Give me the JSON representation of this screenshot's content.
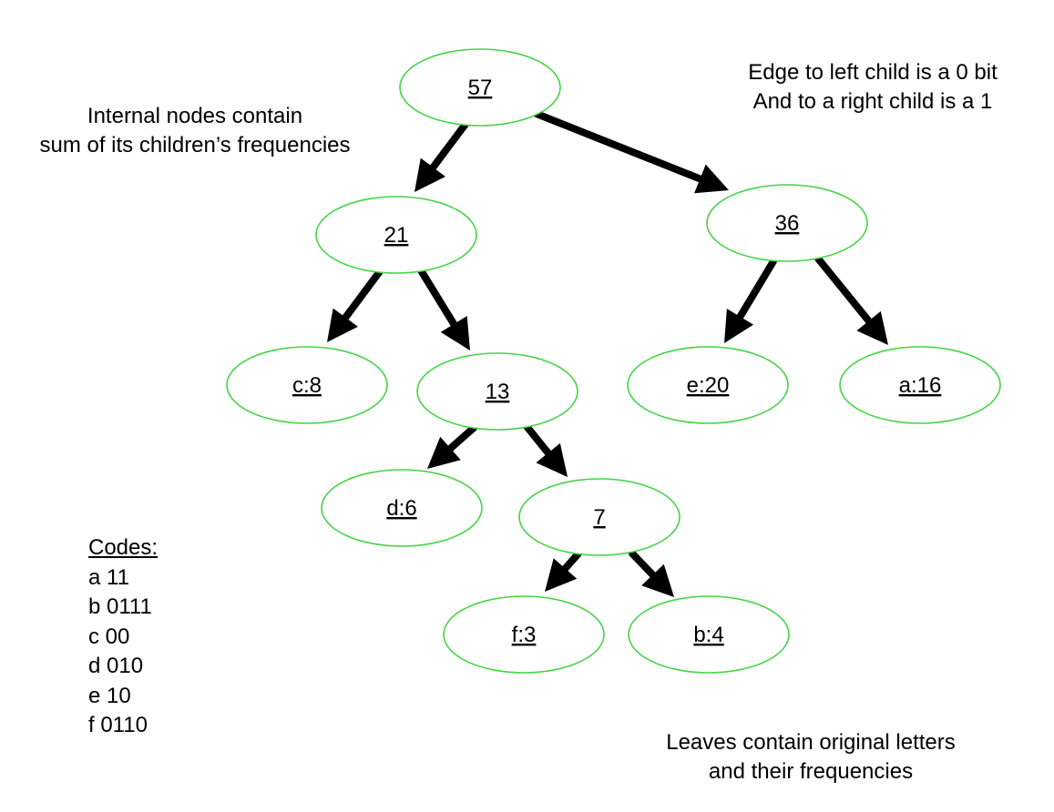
{
  "notes": {
    "internal_nodes": [
      "Internal nodes contain",
      "sum of its children’s frequencies"
    ],
    "edges": [
      "Edge to left child is a 0 bit",
      "And to a right child is a 1"
    ],
    "leaves": [
      "Leaves contain original letters",
      "and their frequencies"
    ]
  },
  "codes": {
    "title": "Codes:",
    "entries": [
      "a 11",
      "b 0111",
      "c 00",
      "d 010",
      "e 10",
      "f 0110"
    ]
  },
  "tree": {
    "nodes": [
      {
        "id": "57",
        "label": "57"
      },
      {
        "id": "21",
        "label": "21"
      },
      {
        "id": "36",
        "label": "36"
      },
      {
        "id": "c8",
        "label": "c:8"
      },
      {
        "id": "13",
        "label": "13"
      },
      {
        "id": "e20",
        "label": "e:20"
      },
      {
        "id": "a16",
        "label": "a:16"
      },
      {
        "id": "d6",
        "label": "d:6"
      },
      {
        "id": "7",
        "label": "7"
      },
      {
        "id": "f3",
        "label": "f:3"
      },
      {
        "id": "b4",
        "label": "b:4"
      }
    ],
    "edges": [
      {
        "from": "57",
        "to": "21"
      },
      {
        "from": "57",
        "to": "36"
      },
      {
        "from": "21",
        "to": "c8"
      },
      {
        "from": "21",
        "to": "13"
      },
      {
        "from": "36",
        "to": "e20"
      },
      {
        "from": "36",
        "to": "a16"
      },
      {
        "from": "13",
        "to": "d6"
      },
      {
        "from": "13",
        "to": "7"
      },
      {
        "from": "7",
        "to": "f3"
      },
      {
        "from": "7",
        "to": "b4"
      }
    ]
  },
  "colors": {
    "node_stroke": "#45d445",
    "edge": "#000000"
  }
}
